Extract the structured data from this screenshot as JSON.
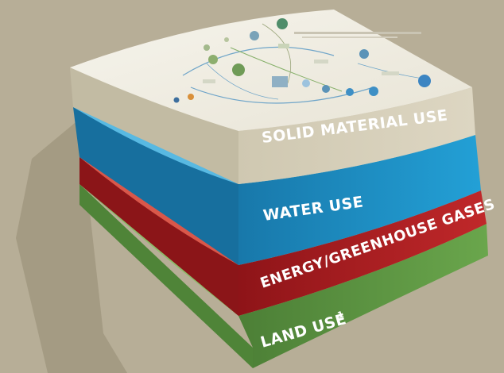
{
  "colors": {
    "background": "#b7ae97",
    "shadow": "#9a9179",
    "solid_top": "#f1efe6",
    "solid_face": "#d9d2bd",
    "solid_side": "#c9c2ab",
    "water_face": "#1f93c9",
    "water_top": "#58b9e2",
    "energy_face": "#b31f24",
    "energy_top": "#d9574a",
    "land_face": "#5f9a45",
    "land_top": "#8dbb6a"
  },
  "layers": [
    {
      "id": "solid",
      "label": "SOLID MATERIAL USE"
    },
    {
      "id": "water",
      "label": "WATER USE"
    },
    {
      "id": "energy",
      "label": "ENERGY/GREENHOUSE GASES"
    },
    {
      "id": "land",
      "label": "LAND USE",
      "superscript": "1"
    }
  ],
  "top_diagram": {
    "icons": [
      "recycling-icon",
      "factory-icon",
      "truck-icon",
      "leaf-icon",
      "gear-icon",
      "water-drop-icon",
      "globe-icon",
      "flame-icon"
    ]
  }
}
